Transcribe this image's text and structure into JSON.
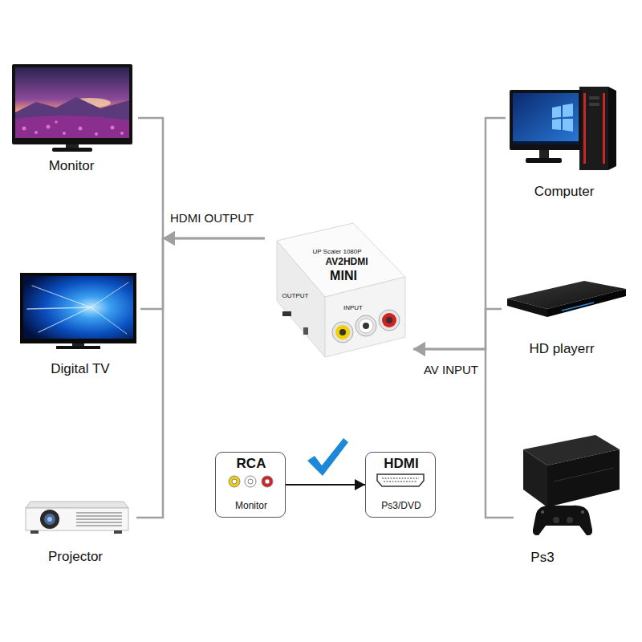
{
  "diagram": {
    "nodes": [
      {
        "text": [
          "Monitor"
        ]
      },
      {
        "text": [
          "Computer"
        ]
      },
      {
        "text": [
          "MINI",
          "AV2HDMI",
          "UP Scaler 1080P",
          "OUTPUT",
          "INPUT"
        ]
      },
      {
        "text": [
          "Digital TV"
        ]
      },
      {
        "text": [
          "HD playerr"
        ]
      },
      {
        "text": [
          "RCA",
          "Monitor"
        ]
      },
      {
        "text": [
          "HDMI",
          "Ps3/DVD"
        ]
      },
      {
        "text": [
          "Projector"
        ]
      },
      {
        "text": [
          "Ps3"
        ]
      }
    ],
    "edges": [
      {
        "from": 1,
        "to": 2,
        "arrow": "to"
      },
      {
        "from": 4,
        "to": 2,
        "arrow": "to"
      },
      {
        "from": 8,
        "to": 2,
        "arrow": "to"
      },
      {
        "from": 2,
        "to": 0,
        "arrow": "to"
      },
      {
        "from": 2,
        "to": 3,
        "arrow": "to"
      },
      {
        "from": 2,
        "to": 7,
        "arrow": "to"
      },
      {
        "from": 5,
        "to": 6,
        "arrow": "to"
      }
    ],
    "labels": [
      "HDMI OUTPUT",
      "AV INPUT"
    ]
  }
}
